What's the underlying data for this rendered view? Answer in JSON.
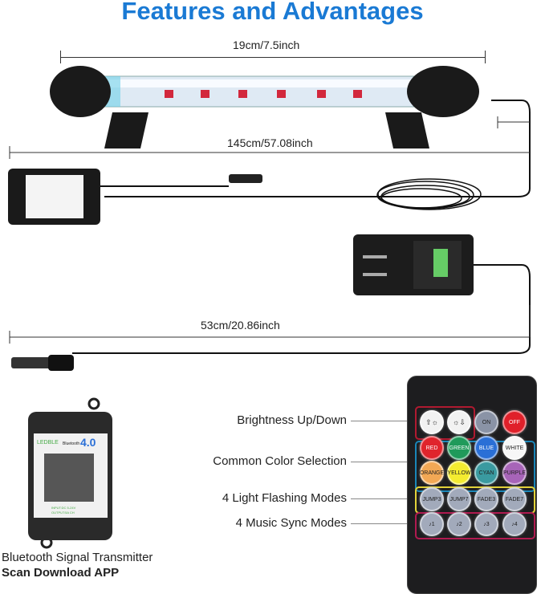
{
  "title": "Features and Advantages",
  "dimensions": {
    "light": "19cm/7.5inch",
    "light_cable": "145cm/57.08inch",
    "adapter_cable": "53cm/20.86inch"
  },
  "transmitter": {
    "brand": "LEDBLE",
    "bt_label": "Bluetooth",
    "version": "4.0",
    "spec1": "INPUT:DC 5-24V",
    "spec2": "OUTPUT:5A CH",
    "caption1": "Bluetooth Signal Transmitter",
    "caption2": "Scan Download APP"
  },
  "remote_labels": [
    "Brightness Up/Down",
    "Common Color Selection",
    "4 Light Flashing Modes",
    "4 Music Sync Modes"
  ],
  "remote": {
    "rows": [
      [
        {
          "t": "",
          "c": "#f2f2f2"
        },
        {
          "t": "",
          "c": "#f2f2f2"
        },
        {
          "t": "ON",
          "c": "#8a93a6"
        },
        {
          "t": "OFF",
          "c": "#e0202a"
        }
      ],
      [
        {
          "t": "RED",
          "c": "#e0242c"
        },
        {
          "t": "GREEN",
          "c": "#1f9a5a"
        },
        {
          "t": "BLUE",
          "c": "#2a6fd6"
        },
        {
          "t": "WHITE",
          "c": "#f7f7f7"
        }
      ],
      [
        {
          "t": "ORANGE",
          "c": "#f2a855"
        },
        {
          "t": "YELLOW",
          "c": "#f4ec30"
        },
        {
          "t": "CYAN",
          "c": "#3a9aa0"
        },
        {
          "t": "PURPLE",
          "c": "#a764b8"
        }
      ],
      [
        {
          "t": "JUMP3",
          "c": "#a2aabb"
        },
        {
          "t": "JUMP7",
          "c": "#a2aabb"
        },
        {
          "t": "FADE3",
          "c": "#a2aabb"
        },
        {
          "t": "FADE7",
          "c": "#a2aabb"
        }
      ],
      [
        {
          "t": "♪1",
          "c": "#a2aabb"
        },
        {
          "t": "♪2",
          "c": "#a2aabb"
        },
        {
          "t": "♪3",
          "c": "#a2aabb"
        },
        {
          "t": "♪4",
          "c": "#a2aabb"
        }
      ]
    ],
    "group_colors": [
      "#b01a30",
      "#1a86b8",
      "#e2d23a",
      "#b01a50"
    ]
  },
  "colors": {
    "title": "#1a7ad4"
  }
}
